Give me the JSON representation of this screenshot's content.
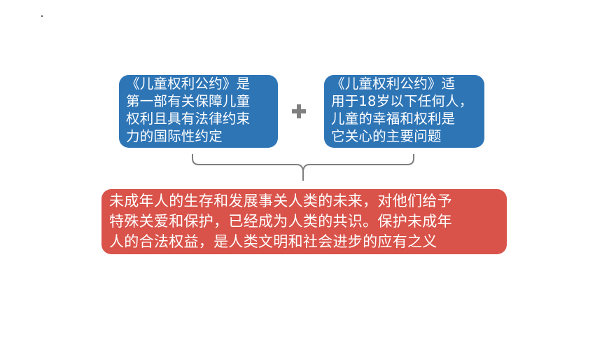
{
  "slide": {
    "box_left_text": "《儿童权利公约》是\n第一部有关保障儿童\n权利且具有法律约束\n力的国际性约定",
    "box_right_text": "《儿童权利公约》适\n用于18岁以下任何人，\n儿童的幸福和权利是\n它关心的主要问题",
    "box_bottom_text": "未成年人的生存和发展事关人类的未来，对他们给予\n特殊关爱和保护，已经成为人类的共识。保护未成年\n人的合法权益，是人类文明和社会进步的应有之义"
  },
  "colors": {
    "blue_box": "#2e75b6",
    "red_box": "#d9534a",
    "connector_gray": "#7f7f7f",
    "text": "#ffffff"
  },
  "icons": {
    "plus": "plus-icon",
    "brace": "brace-connector"
  }
}
